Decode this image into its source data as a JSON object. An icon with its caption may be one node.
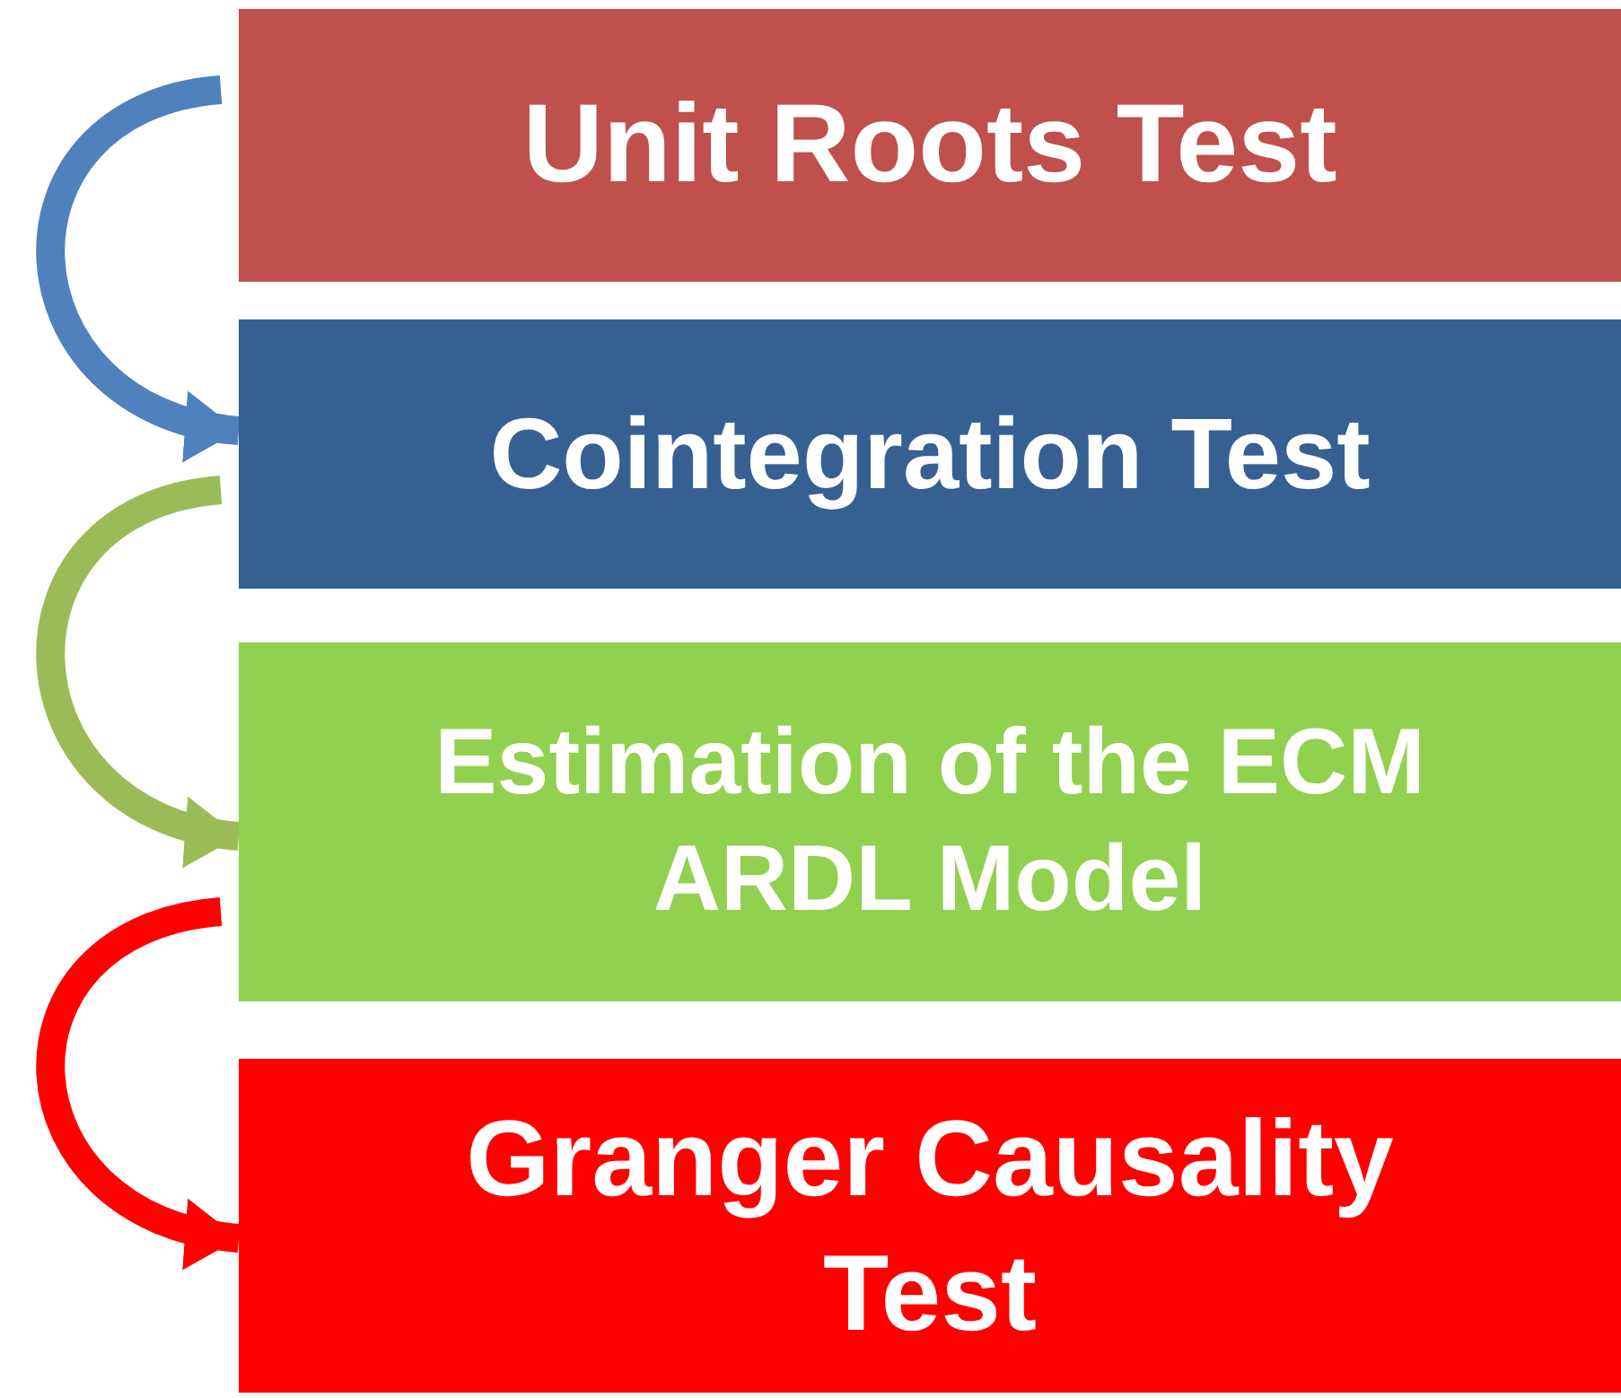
{
  "diagram": {
    "nodes": [
      {
        "text": [
          "Unit Roots Test"
        ]
      },
      {
        "text": [
          "Cointegration Test"
        ]
      },
      {
        "text": [
          "Estimation of the ECM ARDL Model"
        ]
      },
      {
        "text": [
          "Granger Causality Test"
        ]
      }
    ],
    "edges": [
      {
        "from": 0,
        "to": 1,
        "arrow": "to",
        "color": "#4f81bd"
      },
      {
        "from": 1,
        "to": 2,
        "arrow": "to",
        "color": "#9bbb59"
      },
      {
        "from": 2,
        "to": 3,
        "arrow": "to",
        "color": "#ff0000"
      }
    ]
  }
}
